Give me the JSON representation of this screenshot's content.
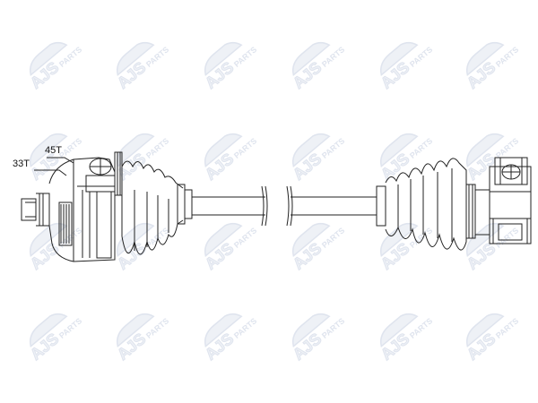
{
  "diagram": {
    "spline_left_label": "33T",
    "spline_right_label": "45T"
  },
  "watermark": {
    "brand": "AJS",
    "suffix": "PARTS",
    "color": "#dfe4ee",
    "fill_color": "#eef1f6"
  },
  "colors": {
    "line": "#222222",
    "background": "#ffffff"
  }
}
